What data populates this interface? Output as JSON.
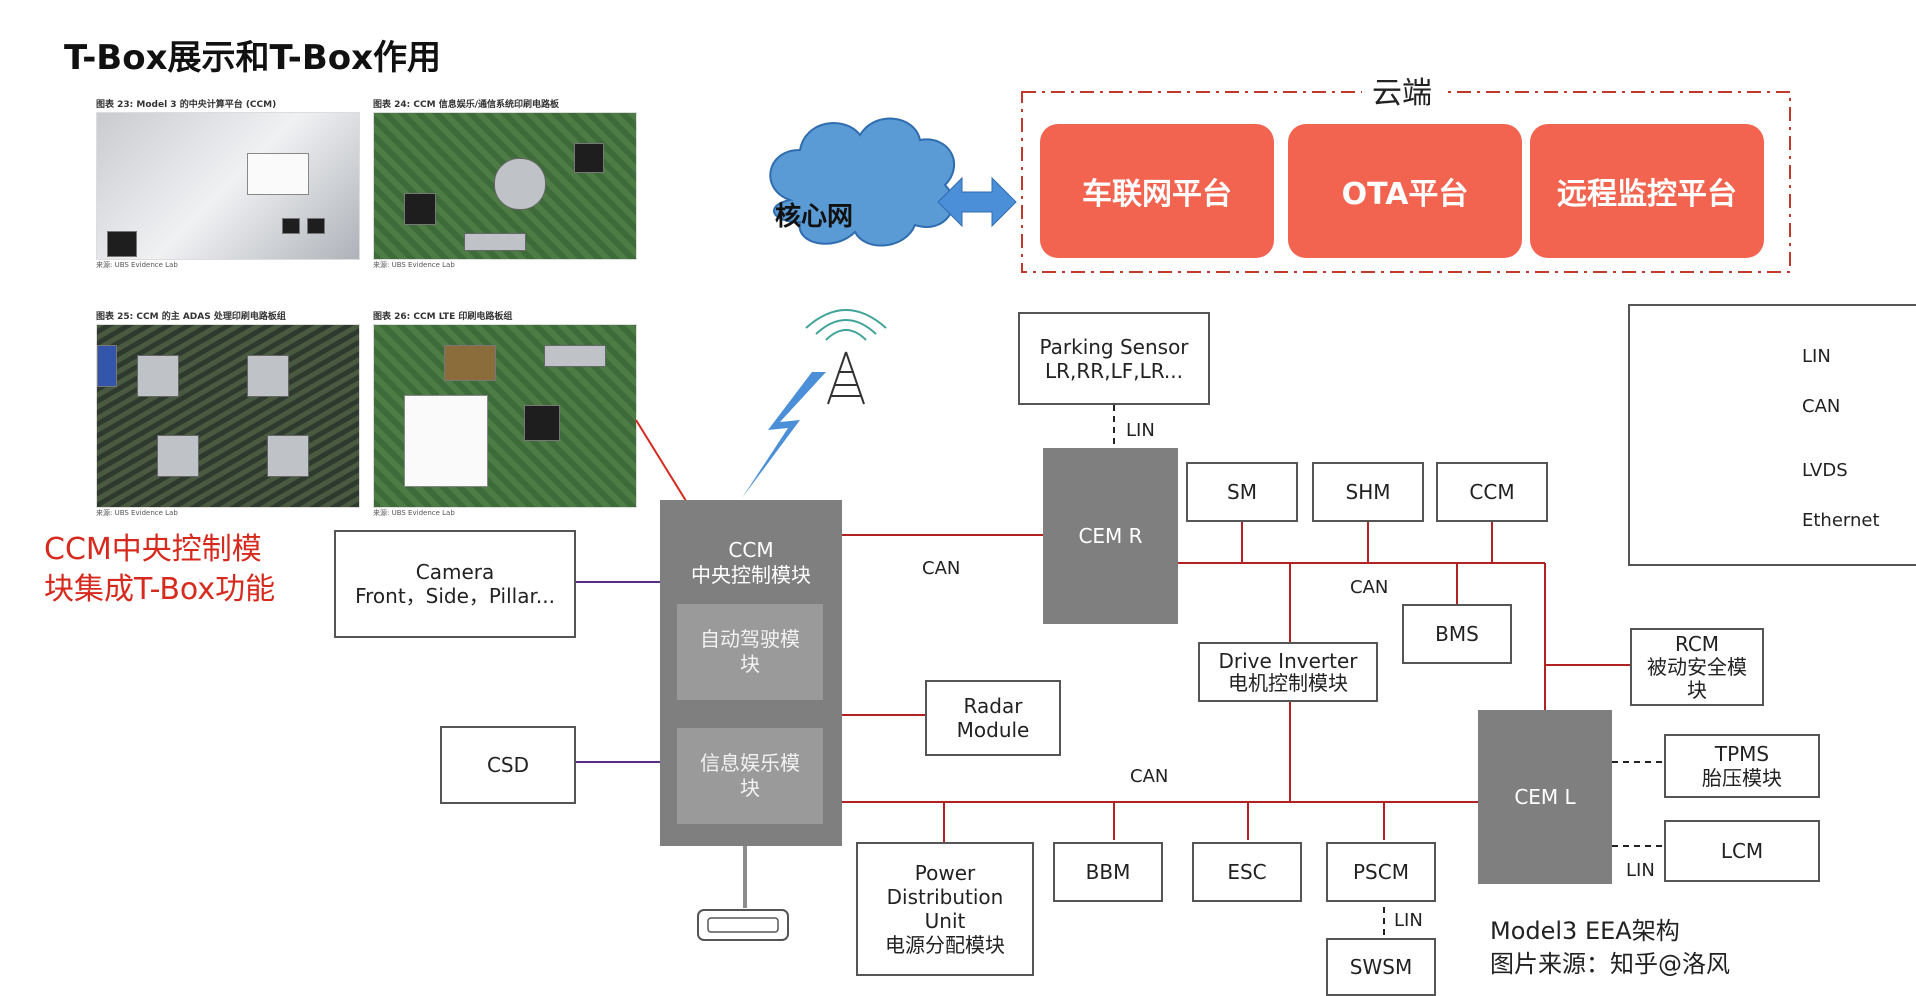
{
  "slide": {
    "title": "T-Box展示和T-Box作用"
  },
  "photos": [
    {
      "caption": "图表 23: Model 3 的中央计算平台 (CCM)",
      "source": "来源: UBS Evidence Lab"
    },
    {
      "caption": "图表 24: CCM 信息娱乐/通信系统印刷电路板",
      "source": "来源: UBS Evidence Lab"
    },
    {
      "caption": "图表 25: CCM 的主 ADAS 处理印刷电路板组",
      "source": "来源: UBS Evidence Lab"
    },
    {
      "caption": "图表 26: CCM LTE 印刷电路板组",
      "source": "来源: UBS Evidence Lab"
    }
  ],
  "note": {
    "line1": "CCM中央控制模",
    "line2": "块集成T-Box功能"
  },
  "cloud": {
    "title": "云端",
    "platforms": [
      "车联网平台",
      "OTA平台",
      "远程监控平台"
    ],
    "core_network": "核心网",
    "color": "#f26450"
  },
  "modules": {
    "ccm": {
      "line1": "CCM",
      "line2": "中央控制模块"
    },
    "adas": {
      "line1": "自动驾驶模",
      "line2": "块"
    },
    "infotainment": {
      "line1": "信息娱乐模",
      "line2": "块"
    },
    "camera": {
      "line1": "Camera",
      "line2": "Front，Side，Pillar..."
    },
    "csd": "CSD",
    "radar": {
      "line1": "Radar",
      "line2": "Module"
    },
    "pdu": {
      "line1": "Power",
      "line2": "Distribution",
      "line3": "Unit",
      "line4": "电源分配模块"
    },
    "bbm": "BBM",
    "esc": "ESC",
    "pscm": "PSCM",
    "swsm": "SWSM",
    "parking": {
      "line1": "Parking Sensor",
      "line2": "LR,RR,LF,LR..."
    },
    "cem_r": "CEM R",
    "cem_l": "CEM L",
    "sm": "SM",
    "shm": "SHM",
    "ccm2": "CCM",
    "bms": "BMS",
    "drive_inverter": {
      "line1": "Drive Inverter",
      "line2": "电机控制模块"
    },
    "rcm": {
      "line1": "RCM",
      "line2": "被动安全模",
      "line3": "块"
    },
    "tpms": {
      "line1": "TPMS",
      "line2": "胎压模块"
    },
    "lcm": "LCM"
  },
  "bus_labels": {
    "can_top": "CAN",
    "can_mid": "CAN",
    "can_bottom": "CAN",
    "lin_parking": "LIN",
    "lin_swsm": "LIN",
    "lin_lcm": "LIN"
  },
  "legend": {
    "items": [
      {
        "label": "LIN",
        "color": "#222222",
        "style": "dashed"
      },
      {
        "label": "CAN",
        "color": "#b22222",
        "style": "solid"
      },
      {
        "label": "LVDS",
        "color": "#5b2b82",
        "style": "solid"
      },
      {
        "label": "Ethernet",
        "color": "#8c8c8c",
        "style": "solid-thick"
      }
    ]
  },
  "footer": {
    "line1": "Model3 EEA架构",
    "line2": "图片来源：知乎@洛风"
  },
  "colors": {
    "can": "#b22222",
    "lvds": "#5b2b82",
    "module_gray": "#7f7f7f",
    "arrow_blue": "#4a8fd8"
  }
}
